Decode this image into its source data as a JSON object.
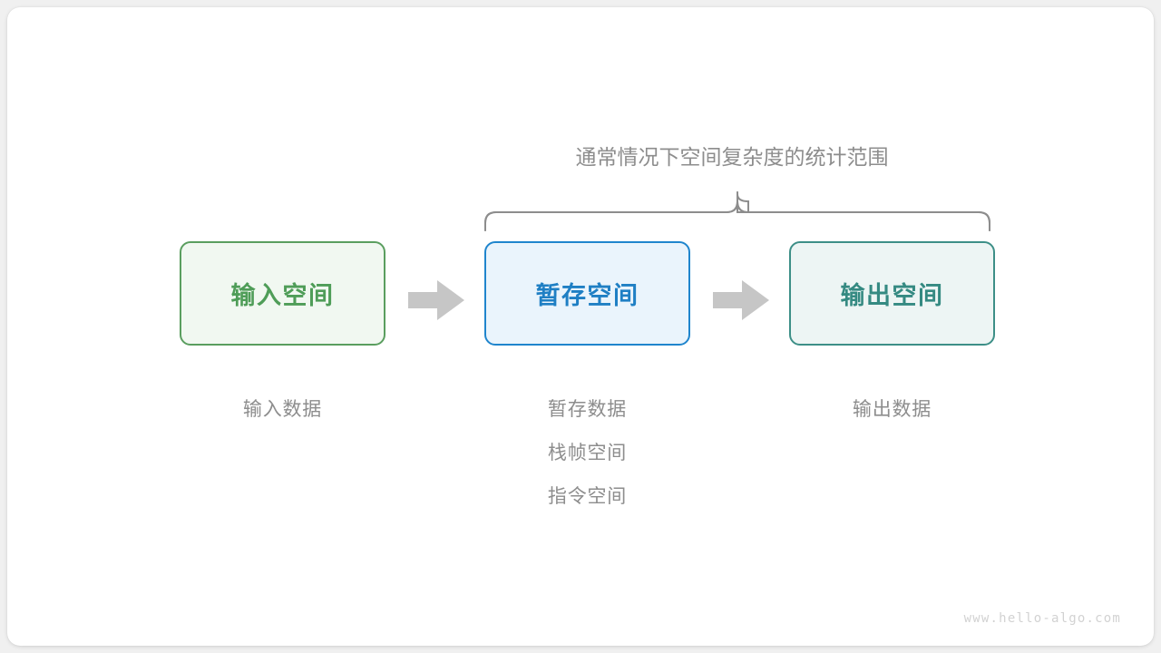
{
  "diagram": {
    "scope_label": {
      "prefix": "通常情况下",
      "emphasis": "空间复杂度",
      "suffix": "的统计范围"
    },
    "boxes": [
      {
        "label": "输入空间",
        "accent": "#4f9d58",
        "fill": "#f1f8f1",
        "border": "#5a9e5f"
      },
      {
        "label": "暂存空间",
        "accent": "#1f7fc4",
        "fill": "#eaf4fc",
        "border": "#1f85cd"
      },
      {
        "label": "输出空间",
        "accent": "#358a82",
        "fill": "#edf5f4",
        "border": "#3d8f87"
      }
    ],
    "arrows": [
      {
        "name": "arrow-input-to-temp",
        "color": "#c6c6c6"
      },
      {
        "name": "arrow-temp-to-output",
        "color": "#c6c6c6"
      }
    ],
    "brace": {
      "color": "#8d8d8d"
    },
    "captions": {
      "input": [
        "输入数据"
      ],
      "temp": [
        "暂存数据",
        "栈帧空间",
        "指令空间"
      ],
      "output": [
        "输出数据"
      ]
    },
    "watermark": "www.hello-algo.com"
  }
}
